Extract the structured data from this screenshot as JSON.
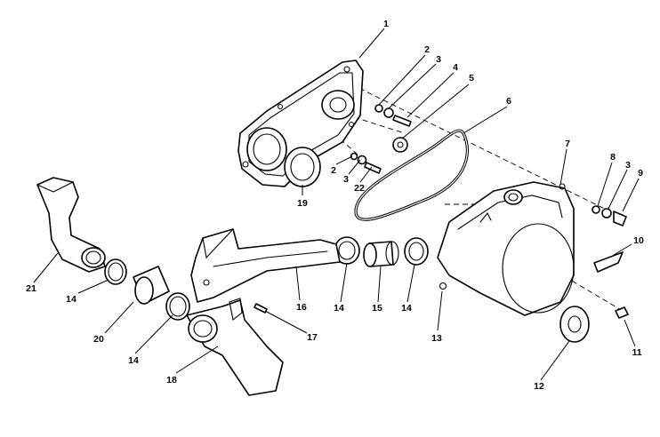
{
  "callouts": [
    {
      "id": "c1",
      "text": "1"
    },
    {
      "id": "c2a",
      "text": "2"
    },
    {
      "id": "c3a",
      "text": "3"
    },
    {
      "id": "c4",
      "text": "4"
    },
    {
      "id": "c5",
      "text": "5"
    },
    {
      "id": "c6",
      "text": "6"
    },
    {
      "id": "c7",
      "text": "7"
    },
    {
      "id": "c8",
      "text": "8"
    },
    {
      "id": "c3b",
      "text": "3"
    },
    {
      "id": "c9",
      "text": "9"
    },
    {
      "id": "c10",
      "text": "10"
    },
    {
      "id": "c11",
      "text": "11"
    },
    {
      "id": "c12",
      "text": "12"
    },
    {
      "id": "c13",
      "text": "13"
    },
    {
      "id": "c14a",
      "text": "14"
    },
    {
      "id": "c14b",
      "text": "14"
    },
    {
      "id": "c14c",
      "text": "14"
    },
    {
      "id": "c14d",
      "text": "14"
    },
    {
      "id": "c15",
      "text": "15"
    },
    {
      "id": "c16",
      "text": "16"
    },
    {
      "id": "c17",
      "text": "17"
    },
    {
      "id": "c18",
      "text": "18"
    },
    {
      "id": "c19",
      "text": "19"
    },
    {
      "id": "c20",
      "text": "20"
    },
    {
      "id": "c21",
      "text": "21"
    },
    {
      "id": "c2b",
      "text": "2"
    },
    {
      "id": "c3c",
      "text": "3"
    },
    {
      "id": "c22",
      "text": "22"
    }
  ]
}
